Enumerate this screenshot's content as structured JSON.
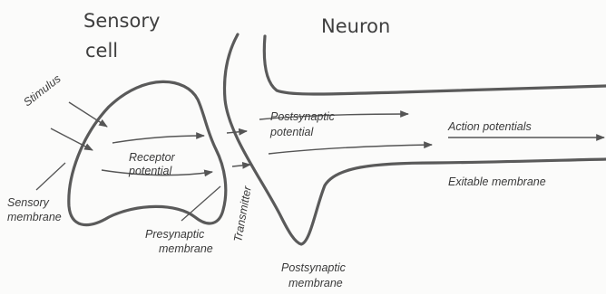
{
  "headings": {
    "sensory_cell_line1": "Sensory",
    "sensory_cell_line2": "cell",
    "neuron": "Neuron"
  },
  "labels": {
    "stimulus": "Stimulus",
    "receptor_potential_line1": "Receptor",
    "receptor_potential_line2": "potential",
    "sensory_membrane_line1": "Sensory",
    "sensory_membrane_line2": "membrane",
    "presynaptic_membrane_line1": "Presynaptic",
    "presynaptic_membrane_line2": "membrane",
    "transmitter": "Transmitter",
    "postsynaptic_potential_line1": "Postsynaptic",
    "postsynaptic_potential_line2": "potential",
    "postsynaptic_membrane_line1": "Postsynaptic",
    "postsynaptic_membrane_line2": "membrane",
    "action_potentials": "Action potentials",
    "excitable_membrane": "Exitable membrane"
  },
  "colors": {
    "outline": "#5a5a5a",
    "text": "#3a3a3a",
    "background": "#fbfbfa"
  }
}
